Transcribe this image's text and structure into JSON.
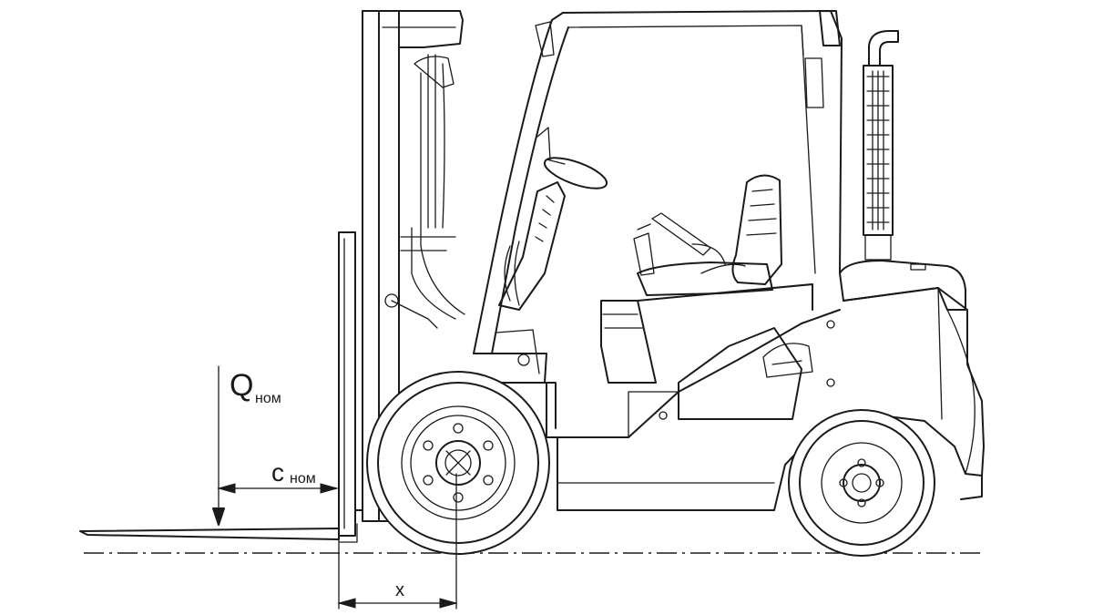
{
  "diagram": {
    "labels": {
      "load_symbol": "Q",
      "load_subscript": "ном",
      "center_symbol": "c",
      "center_subscript": "ном",
      "distance_symbol": "x"
    },
    "colors": {
      "line": "#1a1a1a",
      "background": "#ffffff"
    }
  }
}
